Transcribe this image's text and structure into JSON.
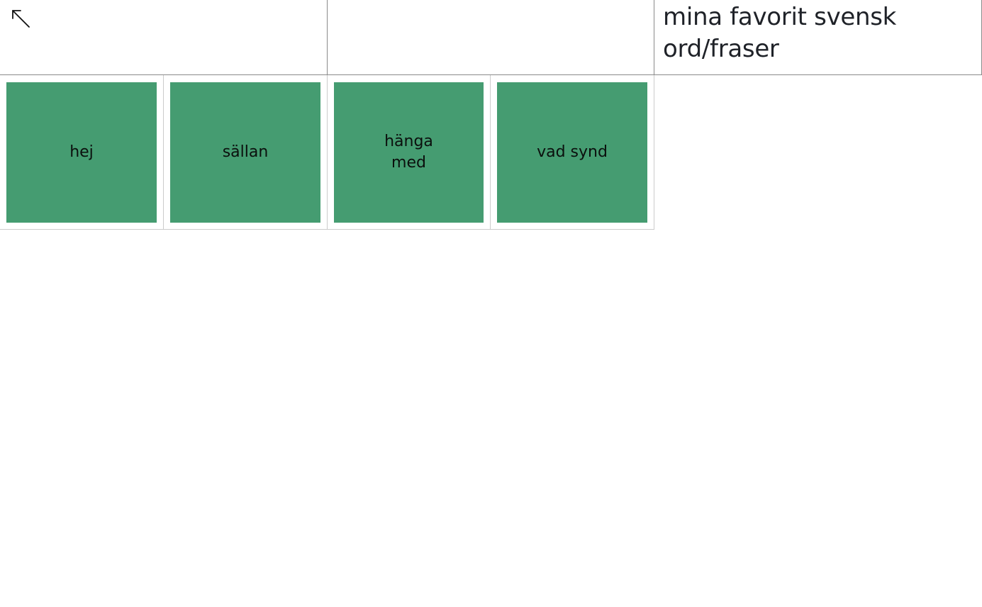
{
  "header": {
    "back_icon": "arrow-up-left-icon",
    "title": "mina favorit svensk ord/fraser"
  },
  "tiles": [
    {
      "label": "hej"
    },
    {
      "label": "sällan"
    },
    {
      "label": "hänga\nmed"
    },
    {
      "label": "vad synd"
    }
  ],
  "colors": {
    "tile_bg": "#459c71",
    "tile_text": "#0b0f0d",
    "title_text": "#1f2228",
    "border": "#8a8a8a"
  }
}
